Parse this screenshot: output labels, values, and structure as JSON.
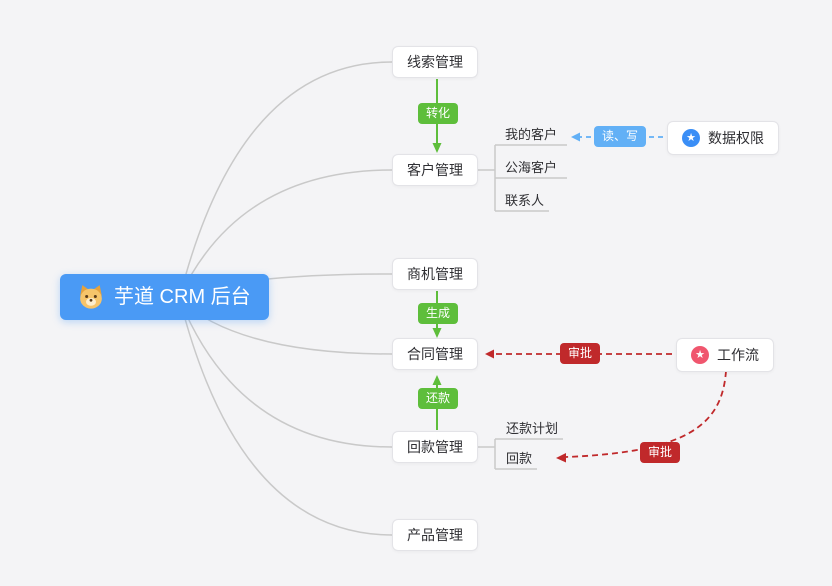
{
  "colors": {
    "background": "#f4f4f6",
    "root_blue": "#4a9af5",
    "edge_gray": "#c9c9c9",
    "arrow_green": "#5ebe3b",
    "badge_blue": "#62b0f6",
    "badge_red": "#c0292b",
    "permission_icon_blue": "#3a8ef6",
    "workflow_icon_red": "#f0566e"
  },
  "root": {
    "label": "芋道 CRM 后台"
  },
  "nodes": {
    "leads": {
      "label": "线索管理"
    },
    "customer": {
      "label": "客户管理"
    },
    "opportunity": {
      "label": "商机管理"
    },
    "contract": {
      "label": "合同管理"
    },
    "receivable": {
      "label": "回款管理"
    },
    "product": {
      "label": "产品管理"
    },
    "permission": {
      "label": "数据权限"
    },
    "workflow": {
      "label": "工作流"
    }
  },
  "customer_children": [
    {
      "label": "我的客户"
    },
    {
      "label": "公海客户"
    },
    {
      "label": "联系人"
    }
  ],
  "receivable_children": [
    {
      "label": "还款计划"
    },
    {
      "label": "回款"
    }
  ],
  "edge_badges": {
    "convert": "转化",
    "generate": "生成",
    "repay": "还款",
    "read_write": "读、写",
    "approve_contract": "审批",
    "approve_receivable": "审批"
  },
  "icons": {
    "star": "★"
  }
}
